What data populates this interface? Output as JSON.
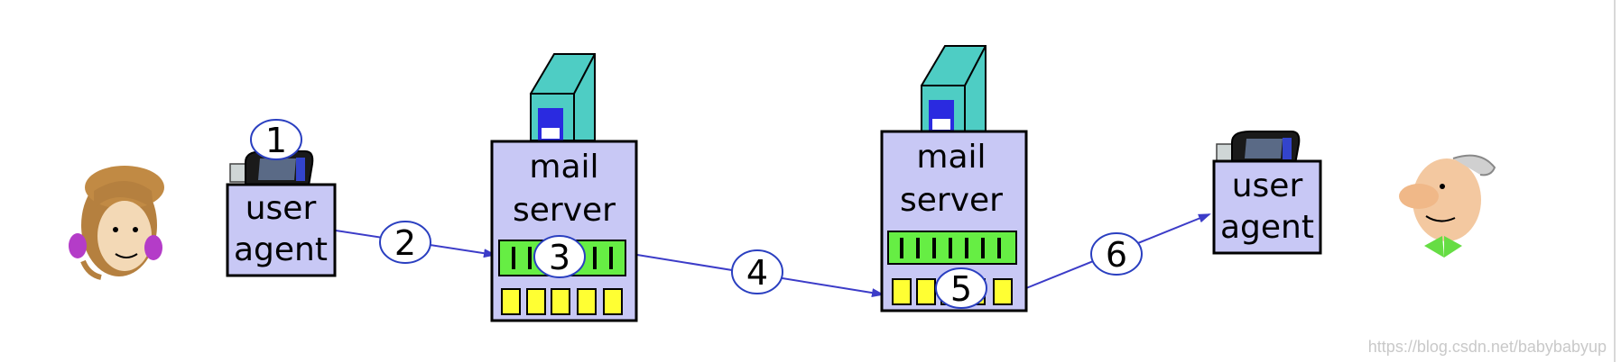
{
  "colors": {
    "box_fill": "#c8c8f5",
    "box_stroke": "#000000",
    "arrow": "#3c3cc8",
    "queue_green": "#66ee44",
    "queue_yellow": "#ffff33",
    "server_teal": "#4ecdc4",
    "server_blue": "#2a2ae0",
    "circle_fill": "#ffffff",
    "circle_stroke": "#2a3fc0"
  },
  "nodes": {
    "sender_agent": {
      "line1": "user",
      "line2": "agent"
    },
    "sender_server": {
      "line1": "mail",
      "line2": "server"
    },
    "receiver_server": {
      "line1": "mail",
      "line2": "server"
    },
    "receiver_agent": {
      "line1": "user",
      "line2": "agent"
    }
  },
  "steps": [
    "1",
    "2",
    "3",
    "4",
    "5",
    "6"
  ],
  "watermark": "https://blog.csdn.net/babybabyup"
}
